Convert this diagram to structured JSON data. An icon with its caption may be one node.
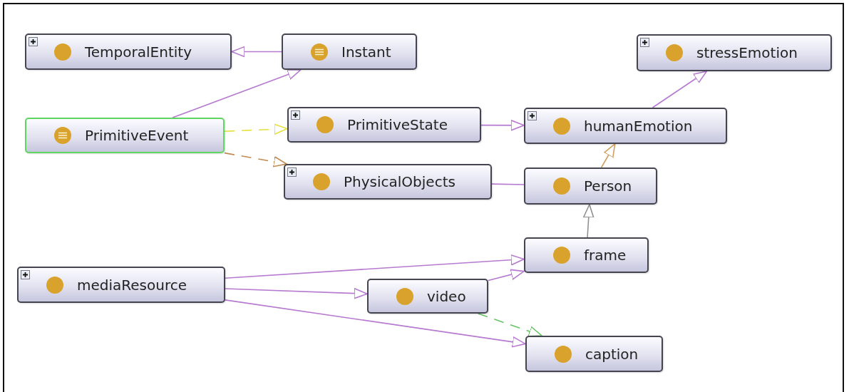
{
  "diagram": {
    "nodes": [
      {
        "text": [
          "TemporalEntity"
        ]
      },
      {
        "text": [
          "Instant"
        ]
      },
      {
        "text": [
          "stressEmotion"
        ]
      },
      {
        "text": [
          "PrimitiveEvent"
        ]
      },
      {
        "text": [
          "PrimitiveState"
        ]
      },
      {
        "text": [
          "humanEmotion"
        ]
      },
      {
        "text": [
          "PhysicalObjects"
        ]
      },
      {
        "text": [
          "Person"
        ]
      },
      {
        "text": [
          "frame"
        ]
      },
      {
        "text": [
          "mediaResource"
        ]
      },
      {
        "text": [
          "video"
        ]
      },
      {
        "text": [
          "caption"
        ]
      }
    ],
    "edges": [
      {
        "from": 1,
        "to": 0,
        "arrow": "to"
      },
      {
        "from": 3,
        "to": 1,
        "arrow": "to"
      },
      {
        "from": 3,
        "to": 4,
        "arrow": "to",
        "style": "dashed",
        "color": "#e6e03c"
      },
      {
        "from": 3,
        "to": 6,
        "arrow": "to",
        "style": "dashed",
        "color": "#c08a50"
      },
      {
        "from": 4,
        "to": 5,
        "arrow": "to"
      },
      {
        "from": 5,
        "to": 2,
        "arrow": "to"
      },
      {
        "from": 7,
        "to": 5,
        "arrow": "to",
        "color": "#d0a060"
      },
      {
        "from": 7,
        "to": 6,
        "arrow": "none"
      },
      {
        "from": 8,
        "to": 7,
        "arrow": "to",
        "color": "#909090"
      },
      {
        "from": 9,
        "to": 8,
        "arrow": "to"
      },
      {
        "from": 9,
        "to": 10,
        "arrow": "to"
      },
      {
        "from": 9,
        "to": 11,
        "arrow": "to"
      },
      {
        "from": 10,
        "to": 8,
        "arrow": "to"
      },
      {
        "from": 10,
        "to": 11,
        "arrow": "to",
        "style": "dashed",
        "color": "#66c466"
      }
    ]
  }
}
